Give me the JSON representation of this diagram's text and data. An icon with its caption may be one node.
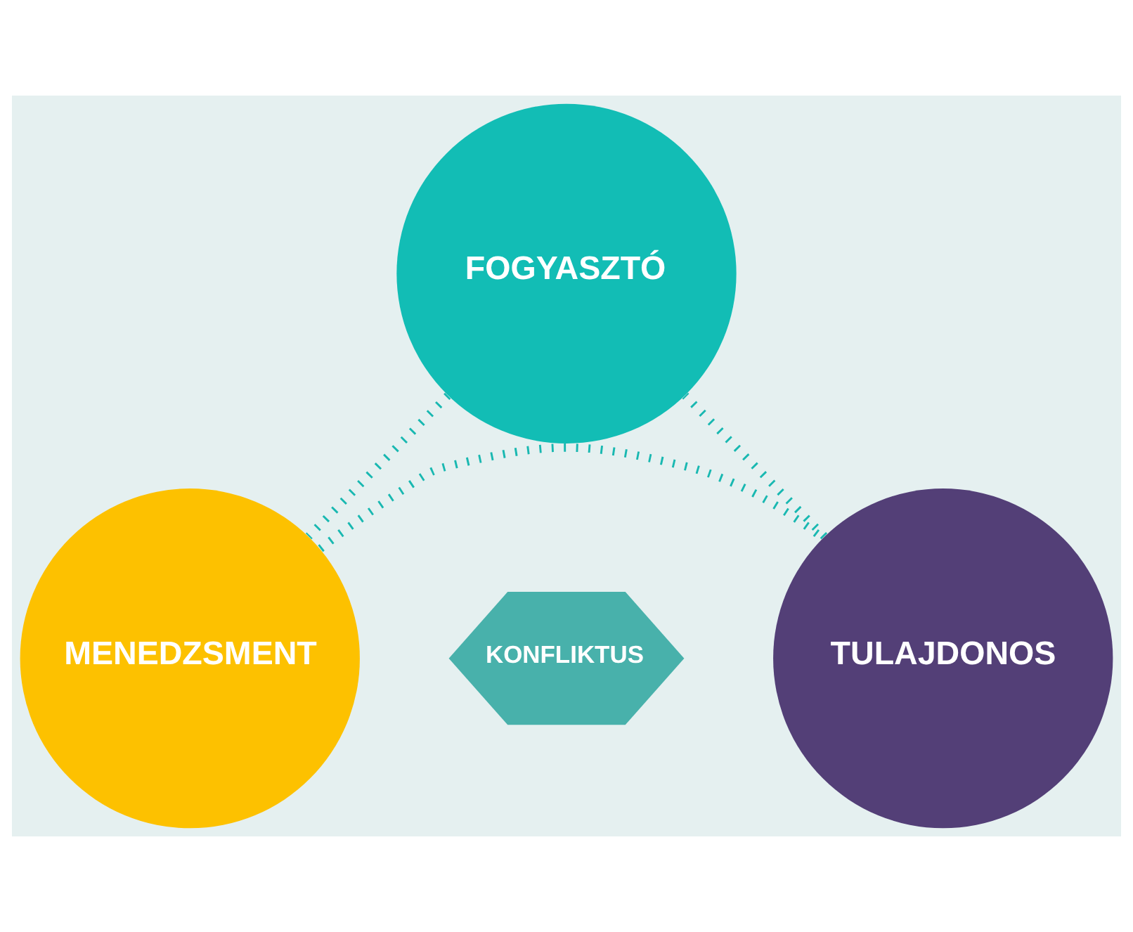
{
  "diagram": {
    "nodes": [
      {
        "text": [
          "FOGYASZTÓ"
        ]
      },
      {
        "text": [
          "KONFLIKTUS"
        ]
      },
      {
        "text": [
          "MENEDZSMENT"
        ]
      },
      {
        "text": [
          "TULAJDONOS"
        ]
      }
    ],
    "edges": [
      {
        "from": 0,
        "to": 2,
        "arrow": "none",
        "style": "dashed"
      },
      {
        "from": 2,
        "to": 3,
        "arrow": "none",
        "style": "dashed"
      },
      {
        "from": 3,
        "to": 0,
        "arrow": "none",
        "style": "dashed"
      }
    ]
  }
}
